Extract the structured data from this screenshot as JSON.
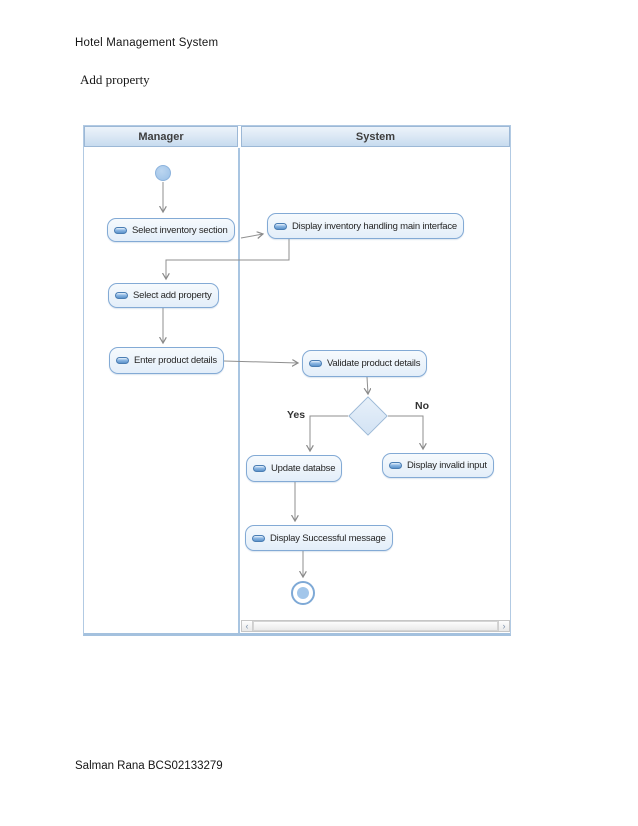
{
  "page": {
    "title": "Hotel Management System",
    "caption": "Add property",
    "footer": "Salman Rana BCS02133279"
  },
  "diagram": {
    "lanes": [
      {
        "label": "Manager"
      },
      {
        "label": "System"
      }
    ],
    "nodes": {
      "select_inventory": {
        "label": "Select inventory section"
      },
      "display_inventory": {
        "label": "Display inventory handling main interface"
      },
      "select_add_property": {
        "label": "Select add property"
      },
      "enter_product_details": {
        "label": "Enter product details"
      },
      "validate_product_details": {
        "label": "Validate product details"
      },
      "update_database": {
        "label": "Update databse"
      },
      "display_invalid_input": {
        "label": "Display invalid input"
      },
      "display_successful": {
        "label": "Display Successful message"
      }
    },
    "decision": {
      "yes_label": "Yes",
      "no_label": "No"
    },
    "scrollbar": {
      "left_glyph": "‹",
      "right_glyph": "›"
    },
    "colors": {
      "node_border": "#83aad5",
      "node_fill": "#e8f1fa",
      "header_fill": "#cfe0f1",
      "connector": "#8f8f8f"
    }
  }
}
